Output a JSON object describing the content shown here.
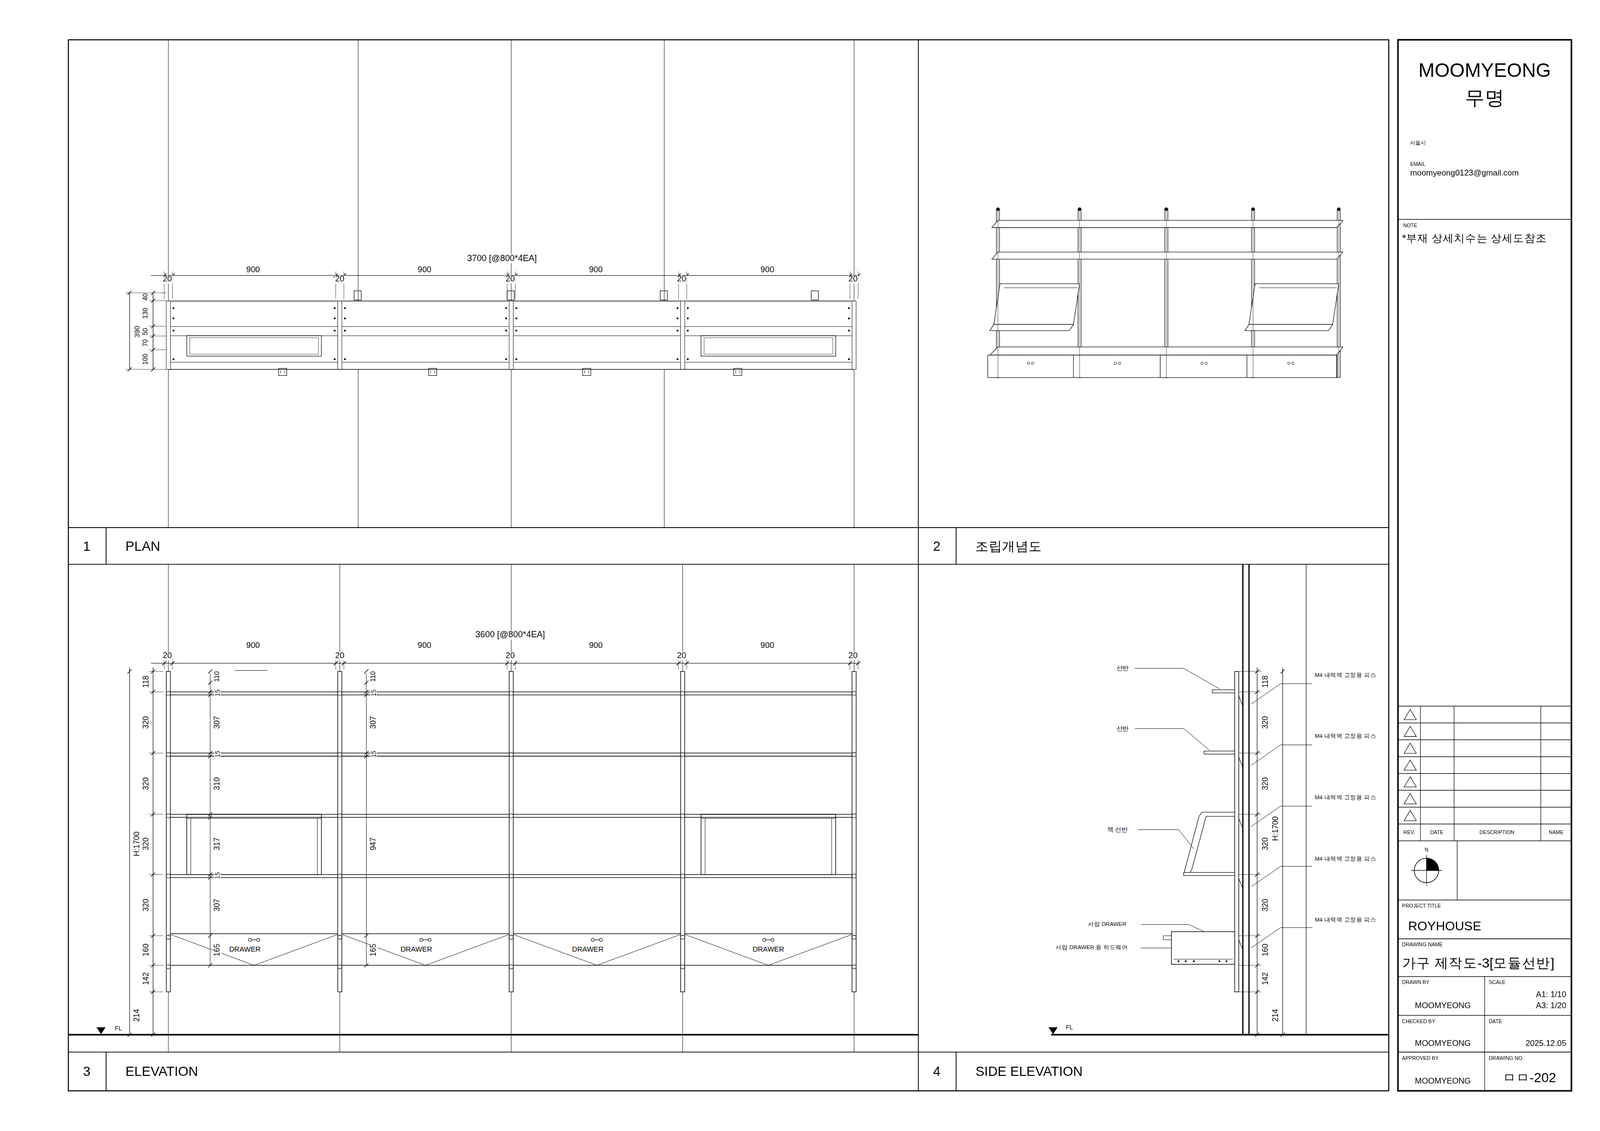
{
  "diagram": {
    "nodes": [
      {
        "text": [
          "MOOMYEONG",
          "무명",
          "서울시",
          "EMAIL",
          "moomyeong0123@gmail.com"
        ]
      },
      {
        "text": [
          "NOTE",
          "*부재 상세치수는 상세도참조"
        ]
      },
      {
        "text": [
          "1",
          "PLAN"
        ]
      },
      {
        "text": [
          "2",
          "조립개념도"
        ]
      },
      {
        "text": [
          "3",
          "ELEVATION"
        ]
      },
      {
        "text": [
          "4",
          "SIDE ELEVATION"
        ]
      },
      {
        "text": [
          "PROJECT TITLE",
          "ROYHOUSE"
        ]
      },
      {
        "text": [
          "DRAWING NAME",
          "가구 제작도-3[모듈선반]"
        ]
      },
      {
        "text": [
          "DRAWN BY",
          "MOOMYEONG"
        ]
      },
      {
        "text": [
          "SCALE",
          "A1: 1/10",
          "A3: 1/20"
        ]
      },
      {
        "text": [
          "CHECKED BY",
          "MOOMYEONG"
        ]
      },
      {
        "text": [
          "DATE",
          "2025.12.05"
        ]
      },
      {
        "text": [
          "APPROVED BY",
          "MOOMYEONG"
        ]
      },
      {
        "text": [
          "DRAWING NO.",
          "ㅁㅁ-202"
        ]
      }
    ],
    "labels": [
      "3700 [@800*4EA]",
      "20",
      "900",
      "20",
      "900",
      "20",
      "900",
      "20",
      "900",
      "20",
      "390",
      "100",
      "70",
      "50",
      "130",
      "40",
      "3600 [@800*4EA]",
      "20",
      "900",
      "20",
      "900",
      "20",
      "900",
      "20",
      "900",
      "20",
      "118",
      "320",
      "320",
      "H:1700",
      "320",
      "320",
      "160",
      "142",
      "214",
      "110",
      "15",
      "307",
      "15",
      "310",
      "317",
      "15",
      "307",
      "165",
      "110",
      "15",
      "307",
      "15",
      "947",
      "165",
      "DRAWER",
      "DRAWER",
      "DRAWER",
      "DRAWER",
      "FL",
      "선반",
      "선반",
      "책 선반",
      "서랍 DRAWER",
      "서랍 DRAWER 용 하드웨어",
      "M4 내력벽 고정용 피스",
      "M4 내력벽 고정용 피스",
      "M4 내력벽 고정용 피스",
      "M4 내력벽 고정용 피스",
      "M4 내력벽 고정용 피스",
      "118",
      "320",
      "320",
      "320",
      "H:1700",
      "320",
      "160",
      "142",
      "214",
      "FL",
      "REV.",
      "DATE",
      "DESCRIPTION",
      "NAME",
      "N"
    ]
  }
}
